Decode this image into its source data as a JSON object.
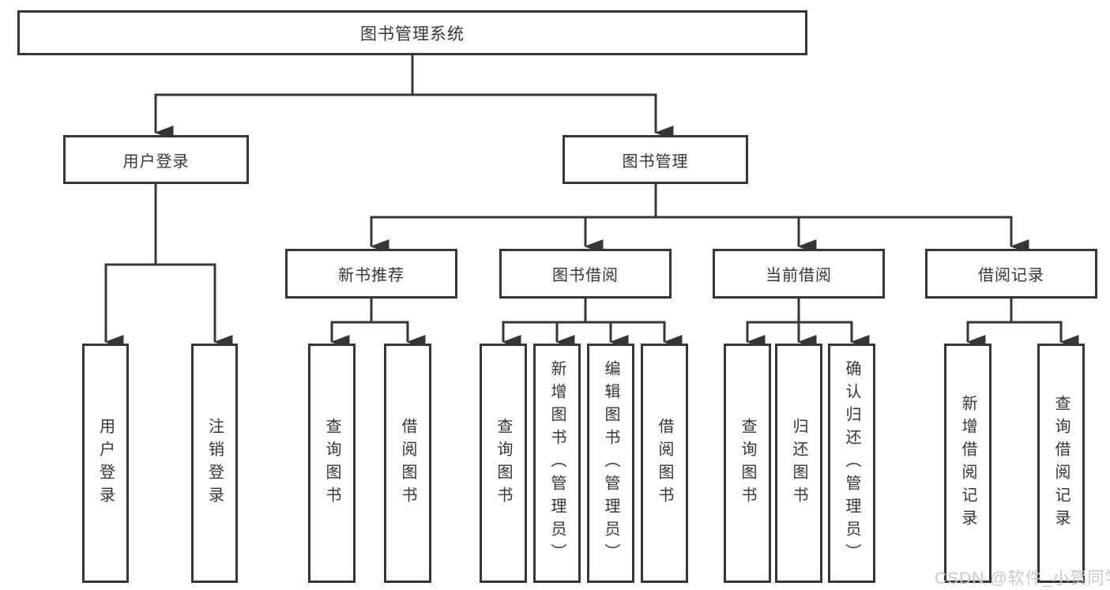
{
  "diagram": {
    "tree": {
      "root": {
        "label": "图书管理系统",
        "children": [
          {
            "label": "用户登录",
            "children": [
              {
                "label": "用户登录"
              },
              {
                "label": "注销登录"
              }
            ]
          },
          {
            "label": "图书管理",
            "children": [
              {
                "label": "新书推荐",
                "children": [
                  {
                    "label": "查询图书"
                  },
                  {
                    "label": "借阅图书"
                  }
                ]
              },
              {
                "label": "图书借阅",
                "children": [
                  {
                    "label": "查询图书"
                  },
                  {
                    "label": "新增图书（管理员）"
                  },
                  {
                    "label": "编辑图书（管理员）"
                  },
                  {
                    "label": "借阅图书"
                  }
                ]
              },
              {
                "label": "当前借阅",
                "children": [
                  {
                    "label": "查询图书"
                  },
                  {
                    "label": "归还图书"
                  },
                  {
                    "label": "确认归还（管理员）"
                  }
                ]
              },
              {
                "label": "借阅记录",
                "children": [
                  {
                    "label": "新增借阅记录"
                  },
                  {
                    "label": "查询借阅记录"
                  }
                ]
              }
            ]
          }
        ]
      }
    },
    "colors": {
      "line": "#363636",
      "box_border": "#363636",
      "text": "#353535",
      "watermark_text": "#c6c8cb",
      "background": "#ffffff"
    },
    "watermark": "CSDN @软件_小贺同学"
  }
}
